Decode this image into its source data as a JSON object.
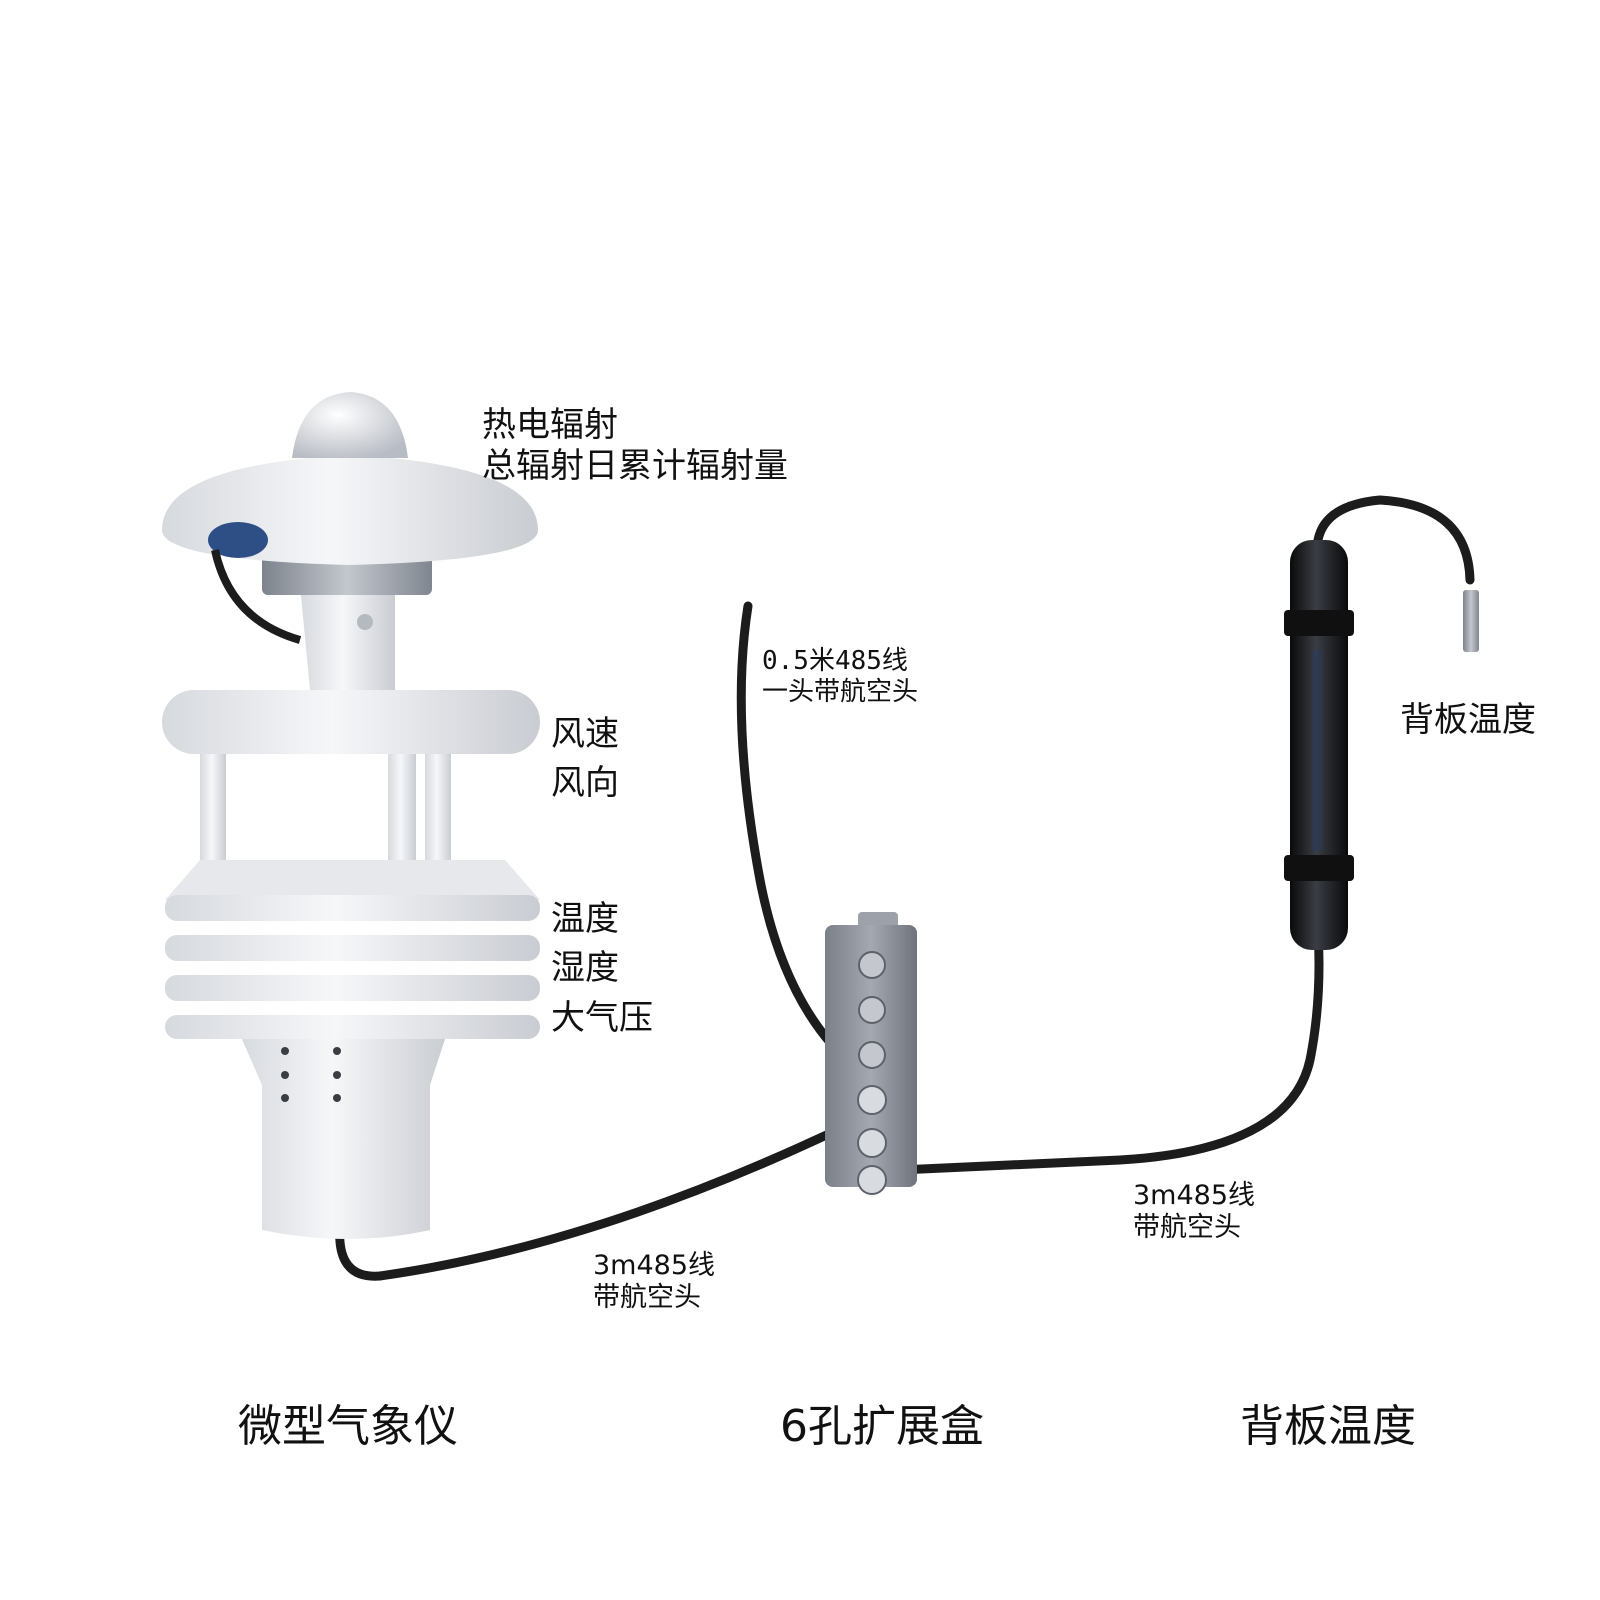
{
  "labels": {
    "radiation": [
      "热电辐射",
      "总辐射日累计辐射量"
    ],
    "wind": [
      "风速",
      "风向"
    ],
    "thp": [
      "温度",
      "湿度",
      "大气压"
    ],
    "short_cable": [
      "0.5米485线",
      "一头带航空头"
    ],
    "cable_left": [
      "3m485线",
      "带航空头"
    ],
    "cable_right": [
      "3m485线",
      "带航空头"
    ],
    "backplate_side": "背板温度"
  },
  "captions": {
    "weather_station": "微型气象仪",
    "expansion_box": "6孔扩展盒",
    "backplate": "背板温度"
  },
  "colors": {
    "cable": "#1c1c1c",
    "device_white": "#eef0f4",
    "metal": "#9aa0aa",
    "box": "#8e939c",
    "probe": "#151515"
  }
}
